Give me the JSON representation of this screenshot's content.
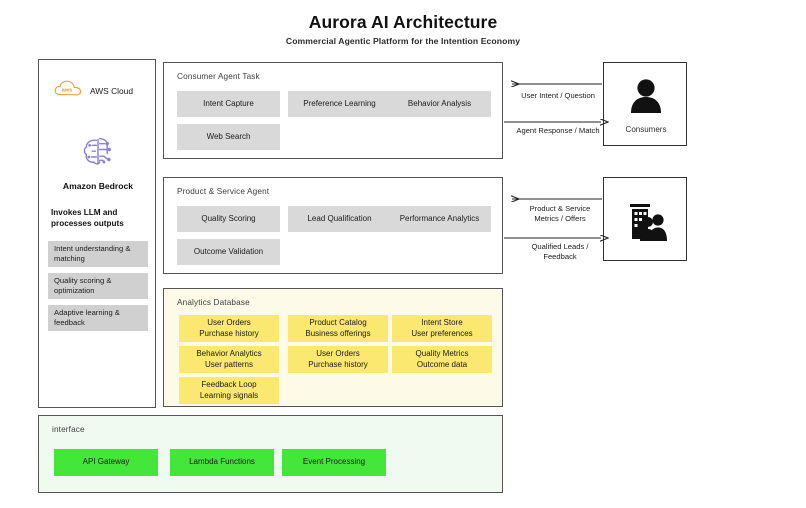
{
  "header": {
    "title": "Aurora AI Architecture",
    "subtitle": "Commercial Agentic Platform for the Intention Economy"
  },
  "sidebar": {
    "cloud_label": "AWS Cloud",
    "cloud_icon": "aws-cloud-icon",
    "cloud_icon_text": "aws",
    "bedrock_label": "Amazon Bedrock",
    "bedrock_icon": "brain-circuit-icon",
    "heading": "Invokes LLM and processes outputs",
    "items": [
      {
        "label": "Intent understanding & matching"
      },
      {
        "label": "Quality scoring & optimization"
      },
      {
        "label": "Adaptive learning & feedback"
      }
    ]
  },
  "consumer_agent": {
    "title": "Consumer Agent Task",
    "chips": [
      {
        "label": "Intent Capture"
      },
      {
        "label": "Preference Learning"
      },
      {
        "label": "Behavior Analysis"
      },
      {
        "label": "Web Search"
      }
    ]
  },
  "product_agent": {
    "title": "Product & Service Agent",
    "chips": [
      {
        "label": "Quality Scoring"
      },
      {
        "label": "Lead Qualification"
      },
      {
        "label": "Performance Analytics"
      },
      {
        "label": "Outcome Validation"
      }
    ]
  },
  "analytics": {
    "title": "Analytics Database",
    "chips": [
      {
        "line1": "User Orders",
        "line2": "Purchase history"
      },
      {
        "line1": "Product Catalog",
        "line2": "Business offerings"
      },
      {
        "line1": "Intent Store",
        "line2": "User preferences"
      },
      {
        "line1": "Behavior Analytics",
        "line2": "User patterns"
      },
      {
        "line1": "User Orders",
        "line2": "Purchase history"
      },
      {
        "line1": "Quality Metrics",
        "line2": "Outcome data"
      },
      {
        "line1": "Feedback Loop",
        "line2": "Learning signals"
      }
    ]
  },
  "interface": {
    "title": "interface",
    "chips": [
      {
        "label": "API Gateway"
      },
      {
        "label": "Lambda Functions"
      },
      {
        "label": "Event Processing"
      }
    ]
  },
  "actors": {
    "consumers": {
      "label": "Consumers",
      "icon": "person-icon"
    },
    "business": {
      "label": "",
      "icon": "business-people-icon"
    }
  },
  "flows": {
    "consumer_in": "User Intent / Question",
    "consumer_out": "Agent Response / Match",
    "business_in_line1": "Product & Service",
    "business_in_line2": "Metrics / Offers",
    "business_out_line1": "Qualified Leads /",
    "business_out_line2": "Feedback"
  },
  "colors": {
    "yellow": "#fbe870",
    "green": "#45e63a",
    "gray": "#d9d9d9",
    "aws_orange": "#ed9b33",
    "bedrock_purple": "#8b7fd4"
  }
}
